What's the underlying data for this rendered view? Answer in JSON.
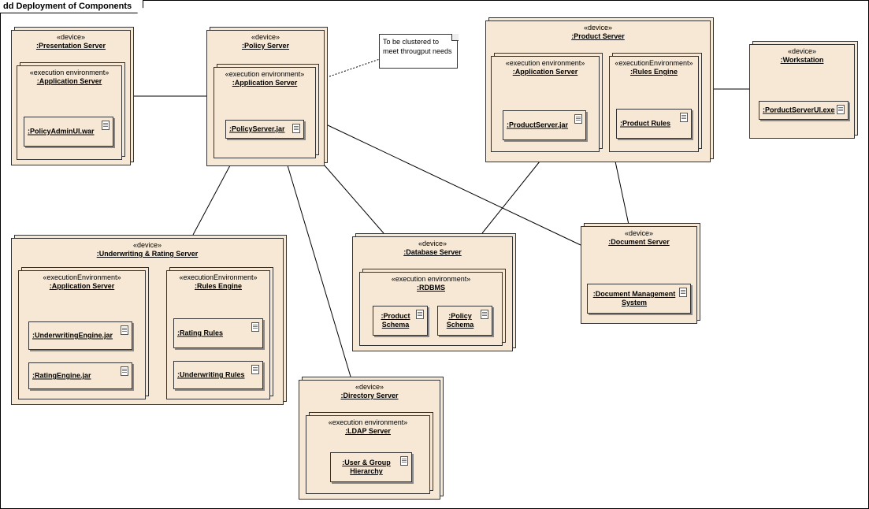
{
  "frame": {
    "title": "dd Deployment of Components"
  },
  "note": {
    "text": "To be clustered to meet througput needs"
  },
  "nodes": {
    "presentation": {
      "stereo": "«device»",
      "name": ":Presentation Server",
      "env": {
        "stereo": "«execution environment»",
        "name": ":Application Server",
        "artifact": ":PolicyAdminUI.war"
      }
    },
    "policy": {
      "stereo": "«device»",
      "name": ":Policy Server",
      "env": {
        "stereo": "«execution environment»",
        "name": ":Application Server",
        "artifact": ":PolicyServer.jar"
      }
    },
    "product": {
      "stereo": "«device»",
      "name": ":Product Server",
      "env1": {
        "stereo": "«execution environment»",
        "name": ":Application Server",
        "artifact": ":ProductServer.jar"
      },
      "env2": {
        "stereo": "«executionEnvironment»",
        "name": ":Rules Engine",
        "artifact": ":Product Rules"
      }
    },
    "workstation": {
      "stereo": "«device»",
      "name": ":Workstation",
      "artifact": ":PorductServerUI.exe"
    },
    "underwriting": {
      "stereo": "«device»",
      "name": ":Underwriting & Rating Server",
      "env1": {
        "stereo": "«executionEnvironment»",
        "name": ":Application Server",
        "artifact1": ":UnderwritingEngine.jar",
        "artifact2": ":RatingEngine.jar"
      },
      "env2": {
        "stereo": "«executionEnvironment»",
        "name": ":Rules Engine",
        "artifact1": ":Rating Rules",
        "artifact2": ":Underwriting Rules"
      }
    },
    "database": {
      "stereo": "«device»",
      "name": ":Database Server",
      "env": {
        "stereo": "«execution environment»",
        "name": ":RDBMS",
        "artifact1a": ":Product",
        "artifact1b": "Schema",
        "artifact2a": ":Policy",
        "artifact2b": "Schema"
      }
    },
    "document": {
      "stereo": "«device»",
      "name": ":Document Server",
      "artifact_a": ":Document Management",
      "artifact_b": "System"
    },
    "directory": {
      "stereo": "«device»",
      "name": ":Directory Server",
      "env": {
        "stereo": "«execution environment»",
        "name": ":LDAP Server",
        "artifact_a": ":User & Group",
        "artifact_b": "Hierarchy"
      }
    }
  },
  "colors": {
    "node_fill": "#f6e8d4",
    "line": "#000000"
  }
}
